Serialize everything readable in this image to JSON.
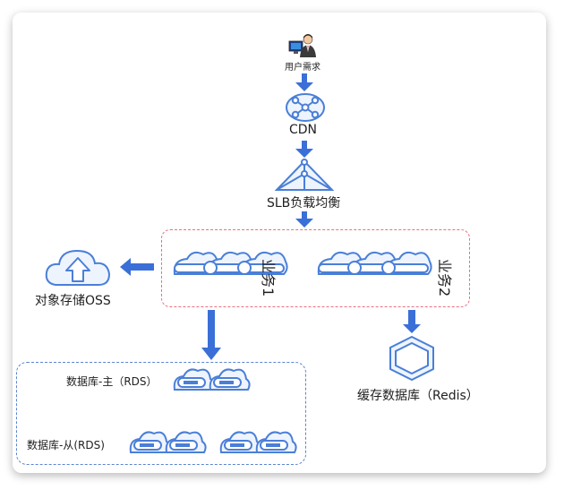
{
  "diagram": {
    "user": {
      "label": "用户需求"
    },
    "cdn": {
      "label": "CDN"
    },
    "slb": {
      "label": "SLB负载均衡"
    },
    "biz1": {
      "label": "业务1"
    },
    "biz2": {
      "label": "业务2"
    },
    "oss": {
      "label": "对象存储OSS"
    },
    "redis": {
      "label": "缓存数据库（Redis）"
    },
    "rds_master": {
      "label": "数据库-主（RDS）"
    },
    "rds_slave": {
      "label": "数据库-从(RDS)"
    }
  },
  "colors": {
    "icon_stroke": "#4a7fd8",
    "icon_fill": "#eef4fd",
    "arrow": "#3b6fd8",
    "biz_border": "#e8707e",
    "db_border": "#5b85d0"
  }
}
